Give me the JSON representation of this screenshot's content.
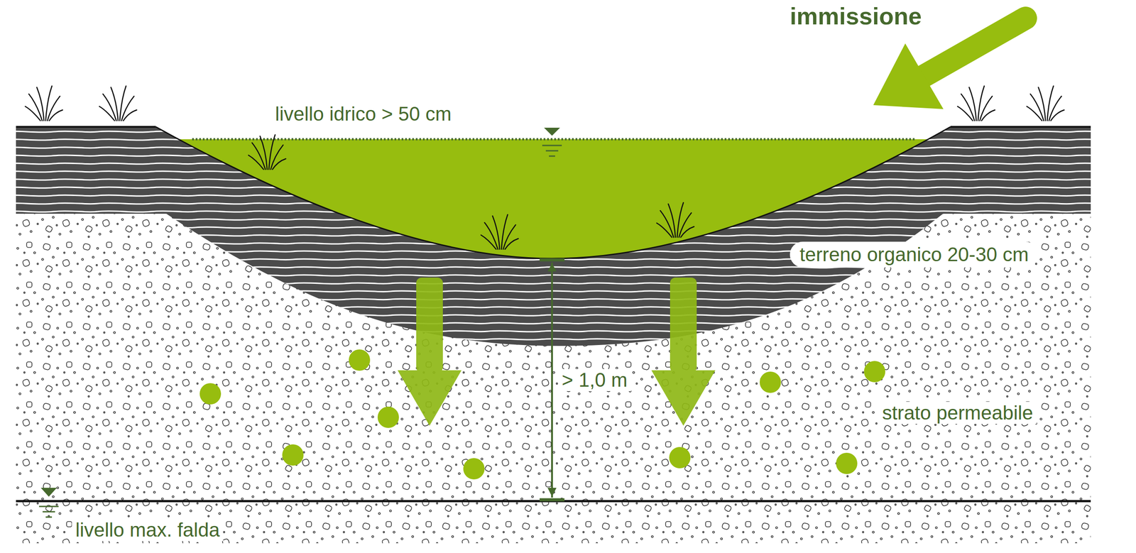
{
  "diagram": {
    "labels": [
      "immissione",
      "livello idrico > 50 cm",
      "terreno organico 20-30 cm",
      "> 1,0 m",
      "strato permeabile",
      "livello max. falda"
    ]
  }
}
